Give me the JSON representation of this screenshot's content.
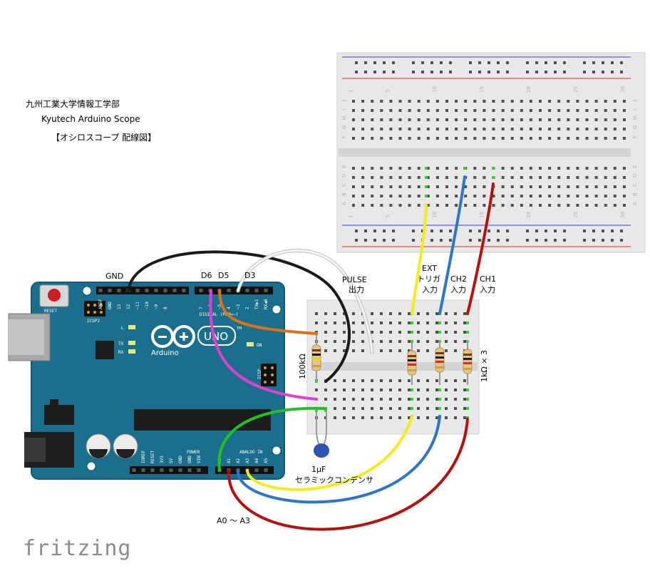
{
  "header": {
    "line1": "九州工業大学情報工学部",
    "line2": "Kyutech Arduino Scope",
    "line3": "【オシロスコープ 配線図】"
  },
  "labels": {
    "gnd": "GND",
    "d6": "D6",
    "d5": "D5",
    "d3": "D3",
    "pulse1": "PULSE",
    "pulse2": "出力",
    "ext1": "EXT",
    "ext2": "トリガ",
    "ext3": "入力",
    "ch2a": "CH2",
    "ch2b": "入力",
    "ch1a": "CH1",
    "ch1b": "入力",
    "r100k": "100kΩ",
    "r1k": "1kΩ × 3",
    "cap1": "1μF",
    "cap2": "セラミックコンデンサ",
    "analog": "A0 ～ A3"
  },
  "arduino": {
    "logo_text": "Arduino",
    "model": "UNO",
    "tm": "TM",
    "reset": "RESET",
    "icsp2": "ICSP2",
    "icsp": "ICSP",
    "led_l": "L",
    "led_tx": "TX",
    "led_rx": "RX",
    "led_on": "ON",
    "digital": "DIGITAL (PWM=~)",
    "analog_in": "ANALOG IN",
    "power": "POWER",
    "top_pins": [
      "AREF",
      "GND",
      "13",
      "12",
      "~11",
      "~10",
      "~9",
      "8",
      "7",
      "~6",
      "~5",
      "4",
      "~3",
      "2",
      "TX▶1",
      "RX◀0"
    ],
    "power_pins": [
      "IOREF",
      "RESET",
      "3V3",
      "5V",
      "GND",
      "GND",
      "VIN"
    ],
    "analog_pins": [
      "A0",
      "A1",
      "A2",
      "A3",
      "A4",
      "A5"
    ]
  },
  "breadboard": {
    "row_letters_top": [
      "J",
      "I",
      "H",
      "G",
      "F"
    ],
    "row_letters_bottom": [
      "E",
      "D",
      "C",
      "B",
      "A"
    ],
    "col_numbers": [
      "1",
      "5",
      "10",
      "15",
      "20",
      "25",
      "30"
    ]
  },
  "colors": {
    "board": "#1b6f8c",
    "board_edge": "#125a72",
    "wire_black": "#1a1a1a",
    "wire_white": "#d9d9d9",
    "wire_orange": "#d9731a",
    "wire_magenta": "#e43fd4",
    "wire_green": "#22c022",
    "wire_yellow": "#f2ec1a",
    "wire_blue": "#2e74c9",
    "wire_red": "#b3120f",
    "breadboard": "#e8e8e8",
    "rail_red": "#d92b2b",
    "rail_blue": "#3b3bd9"
  },
  "footer": {
    "brand": "fritzing"
  }
}
